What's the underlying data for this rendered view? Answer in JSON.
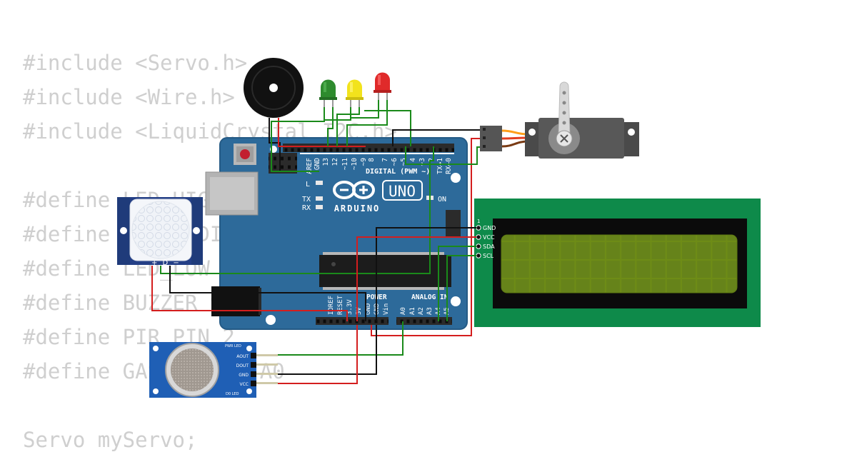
{
  "code_lines": [
    "#include <Servo.h>",
    "#include <Wire.h>",
    "#include <LiquidCrystal_I2C.h>",
    "",
    "#define LED_HIGH 13",
    "#define LED_MEDIUM 12",
    "#define LED_LOW 11",
    "#define BUZZER 9",
    "#define PIR_PIN 2",
    "#define GAS_SENSOR A0",
    "",
    "Servo myServo;"
  ],
  "arduino": {
    "brand": "ARDUINO",
    "model": "UNO",
    "digital_label": "DIGITAL (PWM ~)",
    "power_label": "POWER",
    "analog_label": "ANALOG IN",
    "on_label": "ON",
    "l_label": "L",
    "tx_label": "TX",
    "rx_label": "RX",
    "digital_pins": [
      "AREF",
      "GND",
      "13",
      "12",
      "~11",
      "~10",
      "~9",
      "8",
      "7",
      "~6",
      "~5",
      "4",
      "~3",
      "2",
      "TX→1",
      "RX←0"
    ],
    "power_pins": [
      "IOREF",
      "RESET",
      "3.3V",
      "5V",
      "GND",
      "GND",
      "Vin"
    ],
    "analog_pins": [
      "A0",
      "A1",
      "A2",
      "A3",
      "A4",
      "A5"
    ]
  },
  "lcd": {
    "pins": [
      "GND",
      "VCC",
      "SDA",
      "SCL"
    ],
    "pin1_label": "1"
  },
  "pir": {
    "pin_labels": "+ D −"
  },
  "gas_sensor": {
    "pins": [
      "AOUT",
      "DOUT",
      "GND",
      "VCC"
    ],
    "pwr_led": "PWR LED",
    "d0_led": "D0 LED"
  },
  "colors": {
    "board": "#2d6a9a",
    "lcd_pcb": "#0e8a4a",
    "lcd_screen": "#6e8c16",
    "wire_red": "#d41e1e",
    "wire_black": "#111111",
    "wire_green": "#1a8a1a",
    "sensor_blue": "#1f5fb5"
  }
}
